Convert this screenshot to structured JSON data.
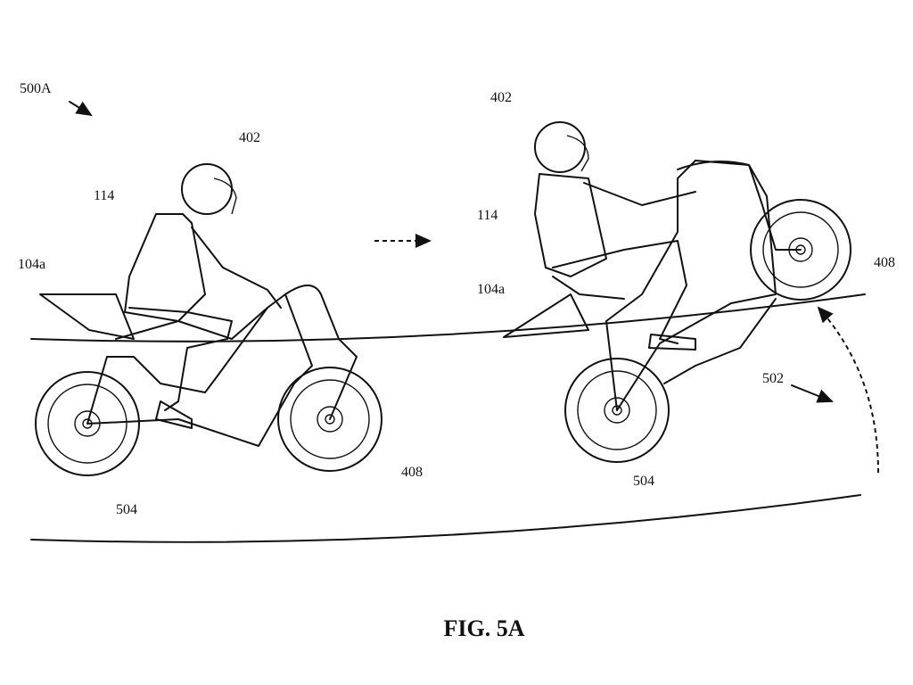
{
  "figure": {
    "title": "FIG. 5A",
    "reference": "500A",
    "left": {
      "rider": "402",
      "vest": "114",
      "airbag": "104a",
      "front_wheel": "408",
      "rear_wheel": "504"
    },
    "right": {
      "rider": "402",
      "vest": "114",
      "airbag": "104a",
      "front_wheel": "408",
      "rear_wheel": "504",
      "rotation": "502"
    }
  }
}
